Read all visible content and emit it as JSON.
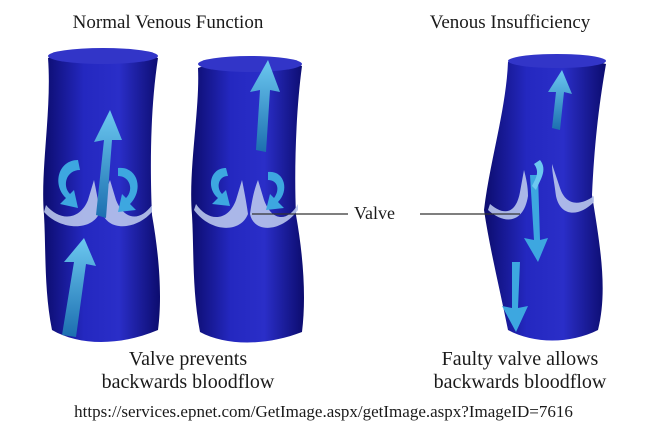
{
  "titles": {
    "normal": "Normal Venous Function",
    "insufficiency": "Venous Insufficiency"
  },
  "labels": {
    "valve": "Valve"
  },
  "captions": {
    "normal_line1": "Valve prevents",
    "normal_line2": "backwards bloodflow",
    "insufficiency_line1": "Faulty valve allows",
    "insufficiency_line2": "backwards bloodflow"
  },
  "source": "https://services.epnet.com/GetImage.aspx/getImage.aspx?ImageID=7616",
  "colors": {
    "vein_dark": "#0c0c6e",
    "vein_mid": "#1f22b8",
    "vein_light": "#3a3ed8",
    "valve_fill": "#b9c6ec",
    "arrow": "#3da7e0",
    "arrow_dark": "#1c6fb0"
  }
}
